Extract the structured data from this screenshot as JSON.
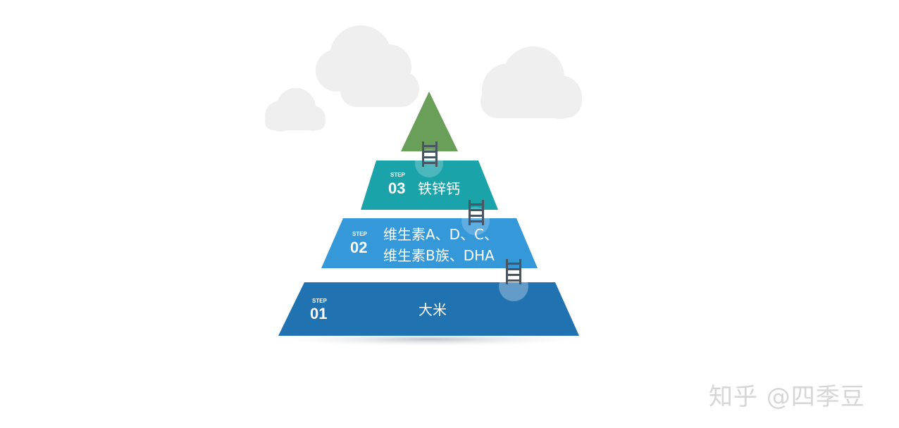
{
  "colors": {
    "cloud": "#efefef",
    "peak": "#6a9f5a",
    "tier3": "#1aa3a9",
    "tier2": "#3498d9",
    "tier1": "#2072b0",
    "ladder": "#4a5563",
    "text": "#ffffff",
    "watermark": "#d6d6d6"
  },
  "tiers": [
    {
      "step_label": "STEP",
      "number": "03",
      "lines": [
        "铁锌钙"
      ]
    },
    {
      "step_label": "STEP",
      "number": "02",
      "lines": [
        "维生素A、D、C、",
        "维生素B族、DHA"
      ]
    },
    {
      "step_label": "STEP",
      "number": "01",
      "lines": [
        "大米"
      ]
    }
  ],
  "watermark": "知乎 @四季豆"
}
